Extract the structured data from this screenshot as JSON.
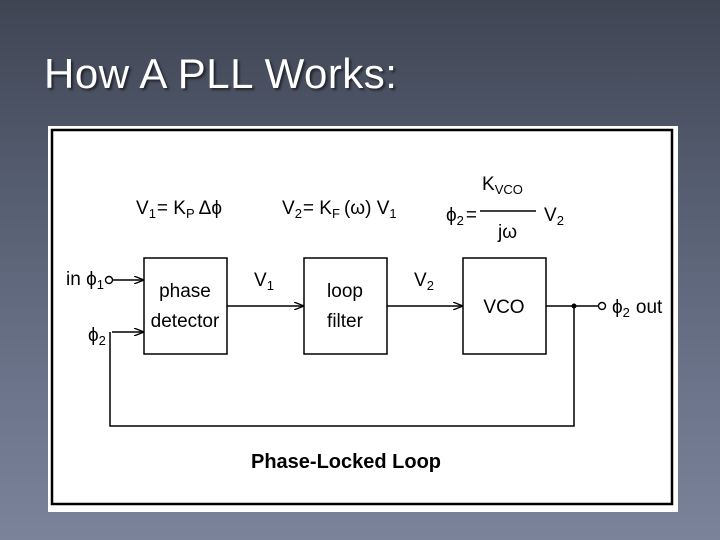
{
  "slide": {
    "title": "How A PLL Works:"
  },
  "diagram": {
    "caption": "Phase-Locked Loop",
    "blocks": {
      "phase_detector": [
        "phase",
        "detector"
      ],
      "loop_filter": [
        "loop",
        "filter"
      ],
      "vco": "VCO"
    },
    "equations": {
      "pd": {
        "lhs": "V",
        "lhs_sub": "1",
        "rhs": "= K",
        "k_sub": "P",
        "tail": "Δϕ"
      },
      "lf": {
        "lhs": "V",
        "lhs_sub": "2",
        "rhs": "= K",
        "k_sub": "F",
        "mid": "(ω) V",
        "mid_sub": "1"
      },
      "vco": {
        "lhs": "ϕ",
        "lhs_sub": "2",
        "eq": "=",
        "num": "K",
        "num_sub": "VCO",
        "den": "jω",
        "tail": "V",
        "tail_sub": "2"
      }
    },
    "signals": {
      "input": {
        "prefix": "in ϕ",
        "sub": "1"
      },
      "feedback": {
        "sym": "ϕ",
        "sub": "2"
      },
      "v1": {
        "sym": "V",
        "sub": "1"
      },
      "v2": {
        "sym": "V",
        "sub": "2"
      },
      "output": {
        "sym": "ϕ",
        "sub": "2",
        "suffix": "out"
      }
    }
  },
  "colors": {
    "line": "#000000",
    "background_top": "#3f4553",
    "background_bottom": "#7a839a"
  }
}
